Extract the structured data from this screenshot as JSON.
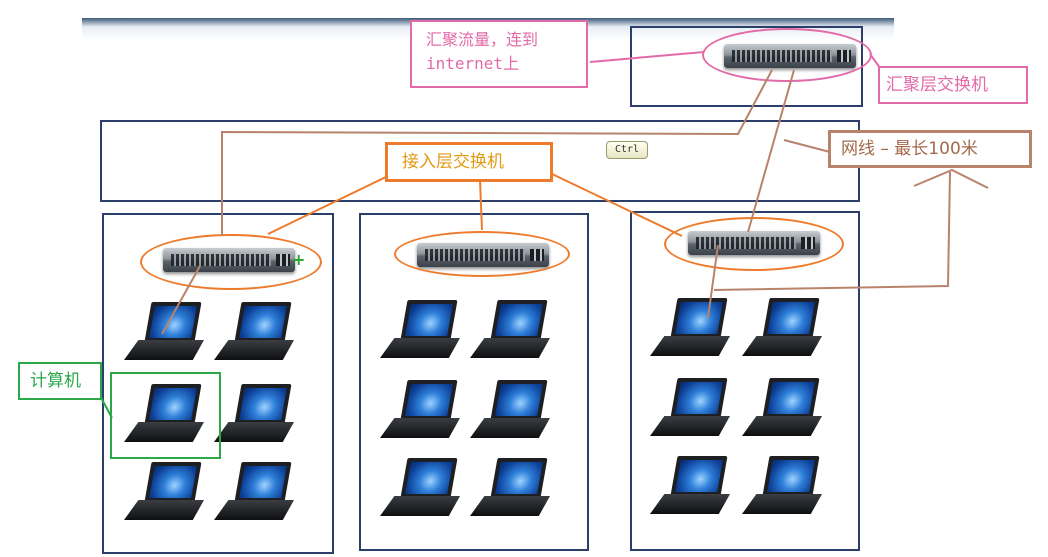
{
  "labels": {
    "aggregation_traffic": "汇聚流量，连到\ninternet上",
    "aggregation_switch": "汇聚层交换机",
    "access_switch": "接入层交换机",
    "cable": "网线 – 最长100米",
    "computer": "计算机"
  },
  "keyboard_hint": "Ctrl",
  "colors": {
    "pink": "#e26aa8",
    "orange": "#ee7b2c",
    "brown": "#b8836a",
    "green": "#2aa84a",
    "navy": "#2c3f6b"
  },
  "icons": {
    "switch": "network-switch-icon",
    "laptop": "laptop-icon",
    "add": "plus-icon"
  }
}
